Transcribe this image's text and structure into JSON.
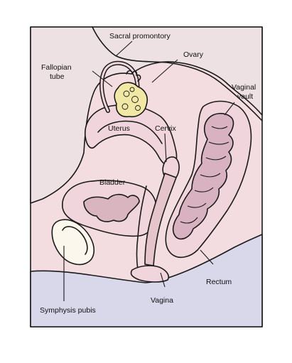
{
  "colors": {
    "background": "#ffffff",
    "pelvic_tissue": "#f3dde1",
    "abdominal_cavity": "#ede1e4",
    "organ_wall": "#f0d6dc",
    "cavity": "#d9b6bf",
    "rectum": "#d9b2c1",
    "ovary": "#f1e8a6",
    "lower_region": "#d9d7ea",
    "bone": "#fbf7ec",
    "outline": "#1a1a1a"
  },
  "labels": {
    "sacral_promontory": "Sacral promontory",
    "ovary": "Ovary",
    "fallopian_tube_line1": "Fallopian",
    "fallopian_tube_line2": "tube",
    "vaginal_vault_line1": "Vaginal",
    "vaginal_vault_line2": "vault",
    "uterus": "Uterus",
    "cervix": "Cervix",
    "bladder": "Bladder",
    "rectum": "Rectum",
    "symphysis_pubis": "Symphysis pubis",
    "vagina": "Vagina"
  }
}
